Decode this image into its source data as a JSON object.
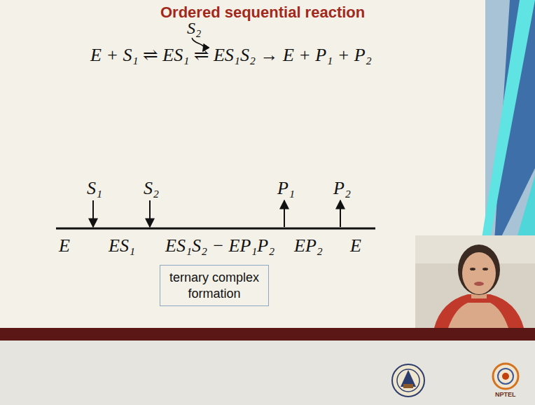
{
  "diagram": {
    "title": "Ordered sequential reaction",
    "nodes": [
      {
        "text": [
          "ternary complex formation"
        ]
      }
    ],
    "labels": [
      "S₂",
      "E + S₁ ⇌ ES₁ ⇌ ES₁S₂ → E + P₁ + P₂",
      "S₁",
      "S₂",
      "P₁",
      "P₂",
      "E",
      "ES₁",
      "ES₁S₂ − EP₁P₂",
      "EP₂",
      "E",
      "NPTEL"
    ]
  }
}
